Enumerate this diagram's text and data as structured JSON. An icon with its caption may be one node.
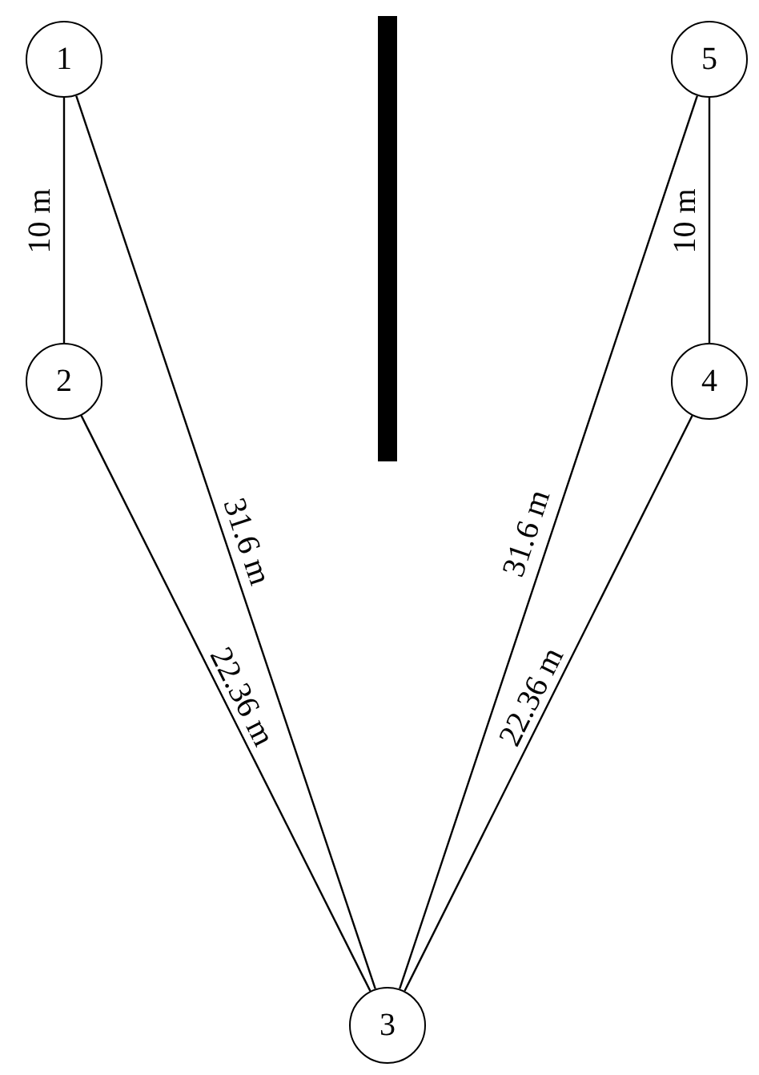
{
  "diagram": {
    "nodes": [
      {
        "text": [
          "1"
        ]
      },
      {
        "text": [
          "2"
        ]
      },
      {
        "text": [
          "3"
        ]
      },
      {
        "text": [
          "4"
        ]
      },
      {
        "text": [
          "5"
        ]
      }
    ],
    "edges": [
      {
        "from": 0,
        "to": 1,
        "arrow": "none",
        "label": "10 m"
      },
      {
        "from": 0,
        "to": 2,
        "arrow": "none",
        "label": "31.6 m"
      },
      {
        "from": 1,
        "to": 2,
        "arrow": "none",
        "label": "22.36 m"
      },
      {
        "from": 4,
        "to": 3,
        "arrow": "none",
        "label": "10 m"
      },
      {
        "from": 4,
        "to": 2,
        "arrow": "none",
        "label": "31.6 m"
      },
      {
        "from": 3,
        "to": 2,
        "arrow": "none",
        "label": "22.36 m"
      }
    ]
  }
}
